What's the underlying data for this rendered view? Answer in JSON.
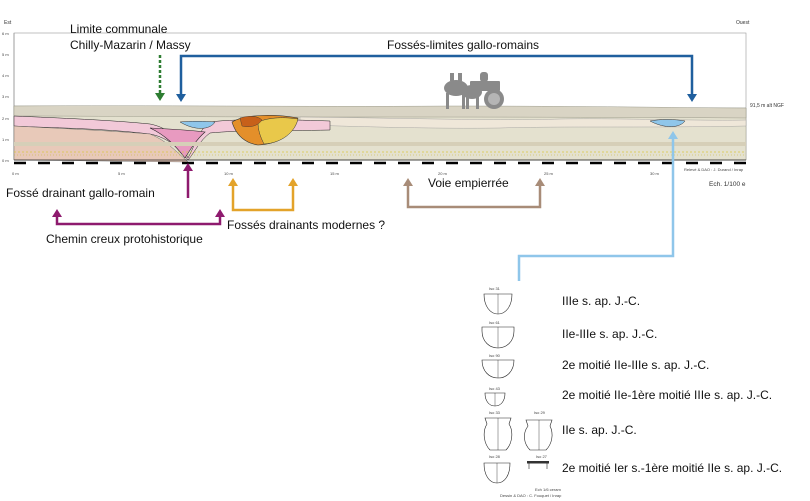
{
  "orientation": {
    "east": "Est",
    "west": "Ouest"
  },
  "depth_scale": [
    "6 m",
    "5 m",
    "4 m",
    "3 m",
    "2 m",
    "1 m",
    "0 m"
  ],
  "distance_scale": [
    "0 m",
    "5 m",
    "10 m",
    "15 m",
    "20 m",
    "25 m",
    "30 m"
  ],
  "section_notes": {
    "altitude": "91,5 m alt NGF",
    "credits": "Relevé & DAO : J. Durand / Inrap",
    "scale": "Ech. 1/100 e"
  },
  "labels": {
    "commune_limit_line1": "Limite communale",
    "commune_limit_line2": "Chilly-Mazarin / Massy",
    "roman_boundary_ditches": "Fossés-limites gallo-romains",
    "roman_drainage_ditch": "Fossé drainant gallo-romain",
    "protohistoric_hollow_way": "Chemin creux protohistorique",
    "modern_drainage_ditches": "Fossés drainants modernes ?",
    "paved_road": "Voie empierrée"
  },
  "ceramics": [
    {
      "code": "Iso 31",
      "date": "IIIe s. ap. J.-C."
    },
    {
      "code": "Iso 61",
      "date": "IIe-IIIe s. ap. J.-C."
    },
    {
      "code": "Iso 90",
      "date": "2e moitié IIe-IIIe s. ap. J.-C."
    },
    {
      "code": "Iso 43",
      "date": "2e moitié IIe-1ère moitié IIIe s. ap. J.-C."
    },
    {
      "code": "Iso 33",
      "code_b": "Iso 29",
      "date": "IIe s. ap. J.-C."
    },
    {
      "code": "Iso 28",
      "code_b": "Iso 27",
      "date": "2e moitié Ier s.-1ère moitié IIe s. ap. J.-C."
    }
  ],
  "ceramics_notes": {
    "scale": "Ech 1/6 ceram",
    "credits": "Dessin & DAO : C. Fouquet / Inrap"
  },
  "colors": {
    "commune": "#2e7d32",
    "roman_boundary": "#1f5f9e",
    "roman_drainage": "#8e1a6e",
    "modern": "#e3a32a",
    "road": "#a88c78",
    "light_link": "#8fc6ea"
  }
}
